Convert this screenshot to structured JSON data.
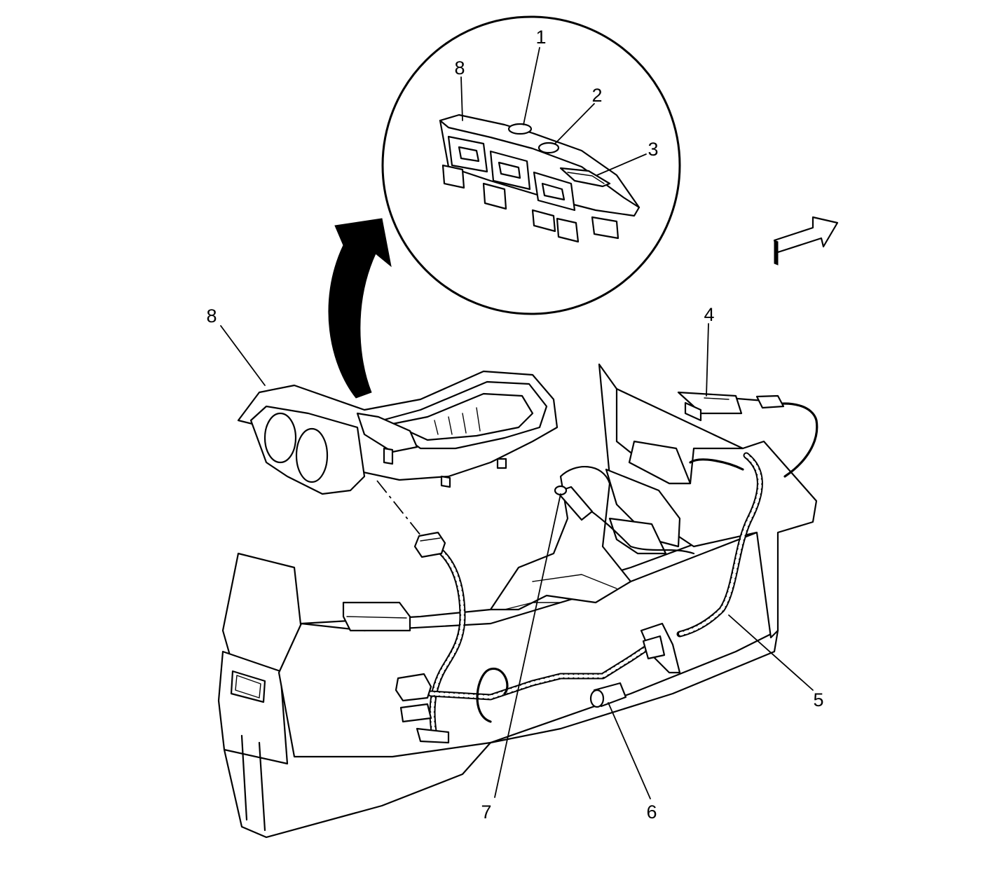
{
  "callouts": {
    "c1": "1",
    "c2": "2",
    "c3": "3",
    "c4": "4",
    "c5": "5",
    "c6": "6",
    "c7": "7",
    "c8_detail": "8",
    "c8_main": "8"
  }
}
